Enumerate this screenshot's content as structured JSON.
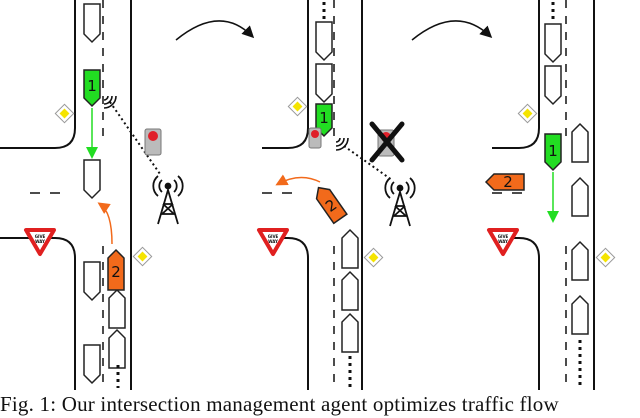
{
  "caption": "Fig. 1: Our intersection management agent optimizes traffic flow",
  "panels": [
    {
      "label_green": "1",
      "label_orange": "2",
      "sign_text": [
        "GIVE",
        "WAY"
      ]
    },
    {
      "label_green": "1",
      "label_orange": "2",
      "sign_text": [
        "GIVE",
        "WAY"
      ]
    },
    {
      "label_green": "1",
      "label_orange": "2",
      "sign_text": [
        "GIVE",
        "WAY"
      ]
    }
  ],
  "colors": {
    "green": "#22dd22",
    "orange": "#f26a1b",
    "sign_red": "#e02020",
    "priority_yellow": "#f5e400",
    "light_red": "#e0202a"
  },
  "icons": [
    "car-icon",
    "traffic-light-icon",
    "radio-tower-icon",
    "wireless-signal-icon",
    "give-way-sign-icon",
    "priority-road-sign-icon",
    "cross-icon",
    "curved-arrow-icon"
  ]
}
